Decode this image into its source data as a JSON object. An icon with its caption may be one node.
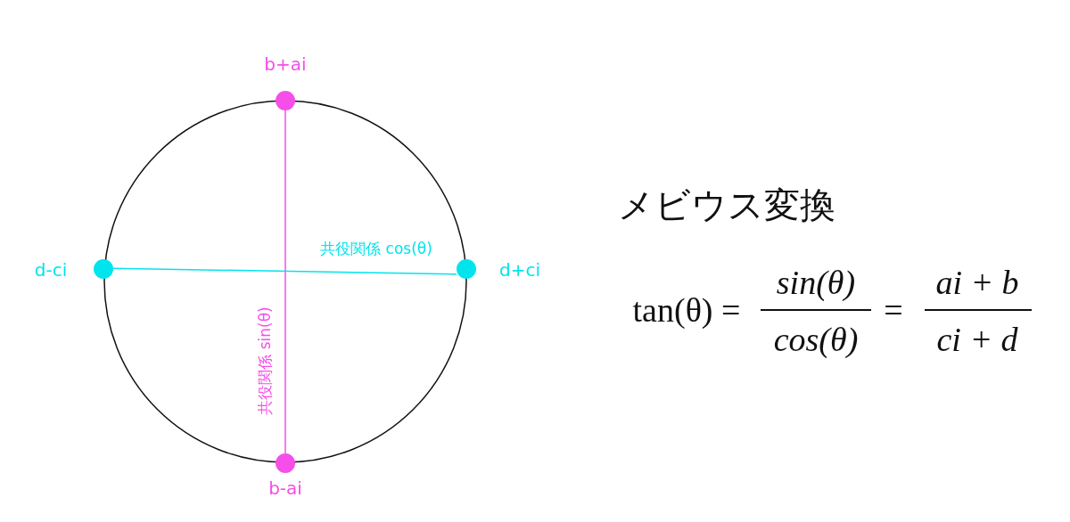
{
  "diagram": {
    "title": "メビウス変換",
    "nodes": [
      {
        "text": [],
        "shape": "circle",
        "beside": [
          "b+ai"
        ]
      },
      {
        "text": [],
        "shape": "circle",
        "beside": [
          "d-ci"
        ]
      },
      {
        "text": [],
        "shape": "circle",
        "beside": [
          "d+ci"
        ]
      },
      {
        "text": [],
        "shape": "circle",
        "beside": [
          "b-ai"
        ]
      }
    ],
    "edges": [
      {
        "from": 0,
        "to": 3,
        "arrow": "none",
        "label": "共役関係 sin(θ)",
        "color": "#f64ee8"
      },
      {
        "from": 1,
        "to": 2,
        "arrow": "none",
        "label": "共役関係 cos(θ)",
        "color": "#00e4ee"
      }
    ],
    "labels": [
      "tan(θ) =",
      "sin(θ)",
      "cos(θ)",
      "=",
      "ai + b",
      "ci + d"
    ]
  }
}
